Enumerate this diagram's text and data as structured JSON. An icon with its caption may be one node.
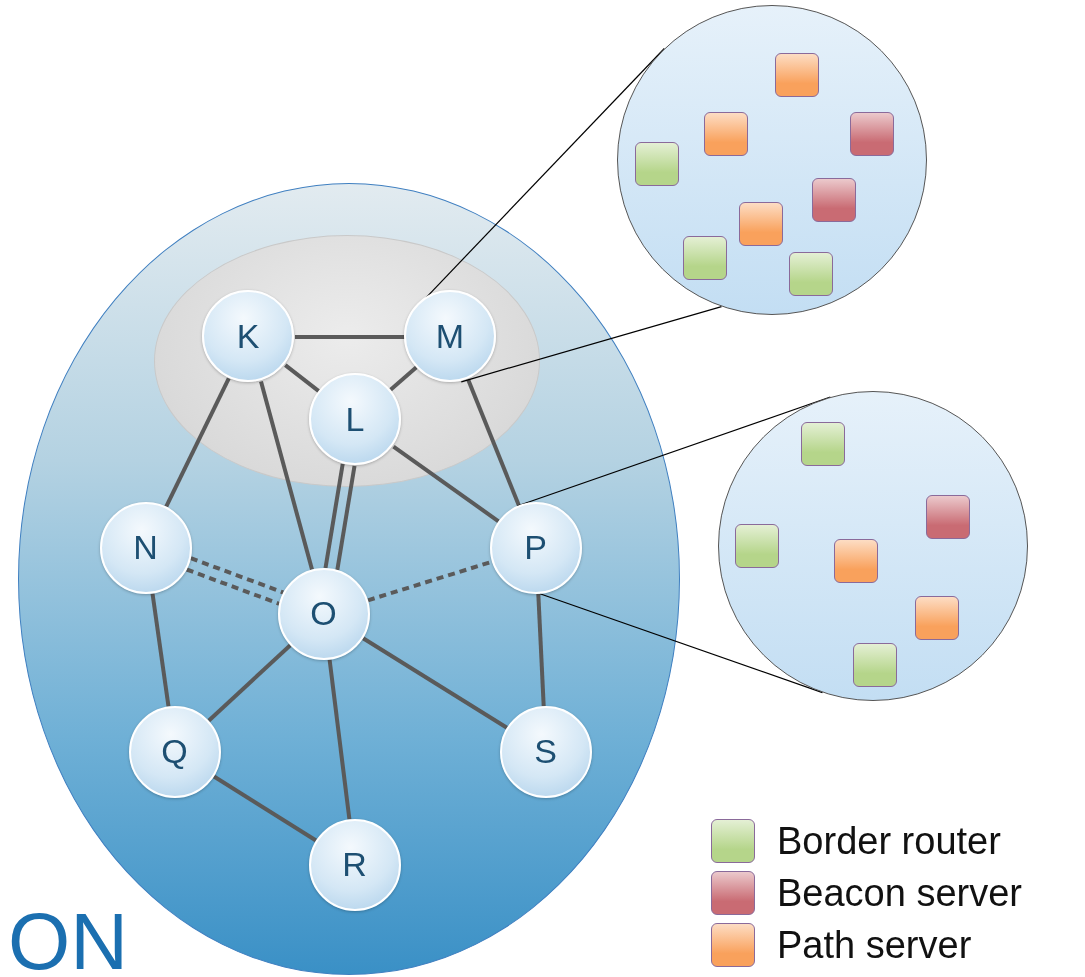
{
  "diagram": {
    "nodes": [
      {
        "text": [],
        "shape": "ellipse"
      },
      {
        "text": [],
        "shape": "ellipse",
        "in": 0
      },
      {
        "text": [
          "K"
        ],
        "in": 1
      },
      {
        "text": [
          "M"
        ],
        "in": 1
      },
      {
        "text": [
          "L"
        ],
        "in": 1
      },
      {
        "text": [
          "N"
        ],
        "in": 0
      },
      {
        "text": [
          "O"
        ],
        "in": 0
      },
      {
        "text": [
          "P"
        ],
        "in": 0
      },
      {
        "text": [
          "Q"
        ],
        "in": 0
      },
      {
        "text": [
          "S"
        ],
        "in": 0
      },
      {
        "text": [
          "R"
        ],
        "in": 0
      },
      {
        "text": [],
        "shape": "circle"
      },
      {
        "text": [],
        "shape": "circle"
      }
    ],
    "edges": [
      {
        "from": 2,
        "to": 3,
        "arrow": "none"
      },
      {
        "from": 2,
        "to": 4,
        "arrow": "none"
      },
      {
        "from": 4,
        "to": 3,
        "arrow": "none"
      },
      {
        "from": 2,
        "to": 5,
        "arrow": "none"
      },
      {
        "from": 2,
        "to": 6,
        "arrow": "none"
      },
      {
        "from": 4,
        "to": 6,
        "arrow": "none"
      },
      {
        "from": 4,
        "to": 6,
        "arrow": "none"
      },
      {
        "from": 4,
        "to": 7,
        "arrow": "none"
      },
      {
        "from": 3,
        "to": 7,
        "arrow": "none"
      },
      {
        "from": 5,
        "to": 6,
        "arrow": "none",
        "style": "dashed"
      },
      {
        "from": 5,
        "to": 6,
        "arrow": "none",
        "style": "dashed"
      },
      {
        "from": 6,
        "to": 7,
        "arrow": "none",
        "style": "dashed"
      },
      {
        "from": 5,
        "to": 8,
        "arrow": "none"
      },
      {
        "from": 6,
        "to": 8,
        "arrow": "none"
      },
      {
        "from": 6,
        "to": 10,
        "arrow": "none"
      },
      {
        "from": 6,
        "to": 9,
        "arrow": "none"
      },
      {
        "from": 7,
        "to": 9,
        "arrow": "none"
      },
      {
        "from": 8,
        "to": 10,
        "arrow": "none"
      },
      {
        "from": 3,
        "to": 11,
        "arrow": "none",
        "color": "#000000"
      },
      {
        "from": 3,
        "to": 11,
        "arrow": "none",
        "color": "#000000"
      },
      {
        "from": 7,
        "to": 12,
        "arrow": "none",
        "color": "#000000"
      },
      {
        "from": 7,
        "to": 12,
        "arrow": "none",
        "color": "#000000"
      }
    ],
    "labels": [
      "ON"
    ],
    "legend": [
      {
        "text": "Border router",
        "color": "#b5d58a"
      },
      {
        "text": "Beacon server",
        "color": "#c96b73"
      },
      {
        "text": "Path server",
        "color": "#f9a15c"
      }
    ]
  }
}
